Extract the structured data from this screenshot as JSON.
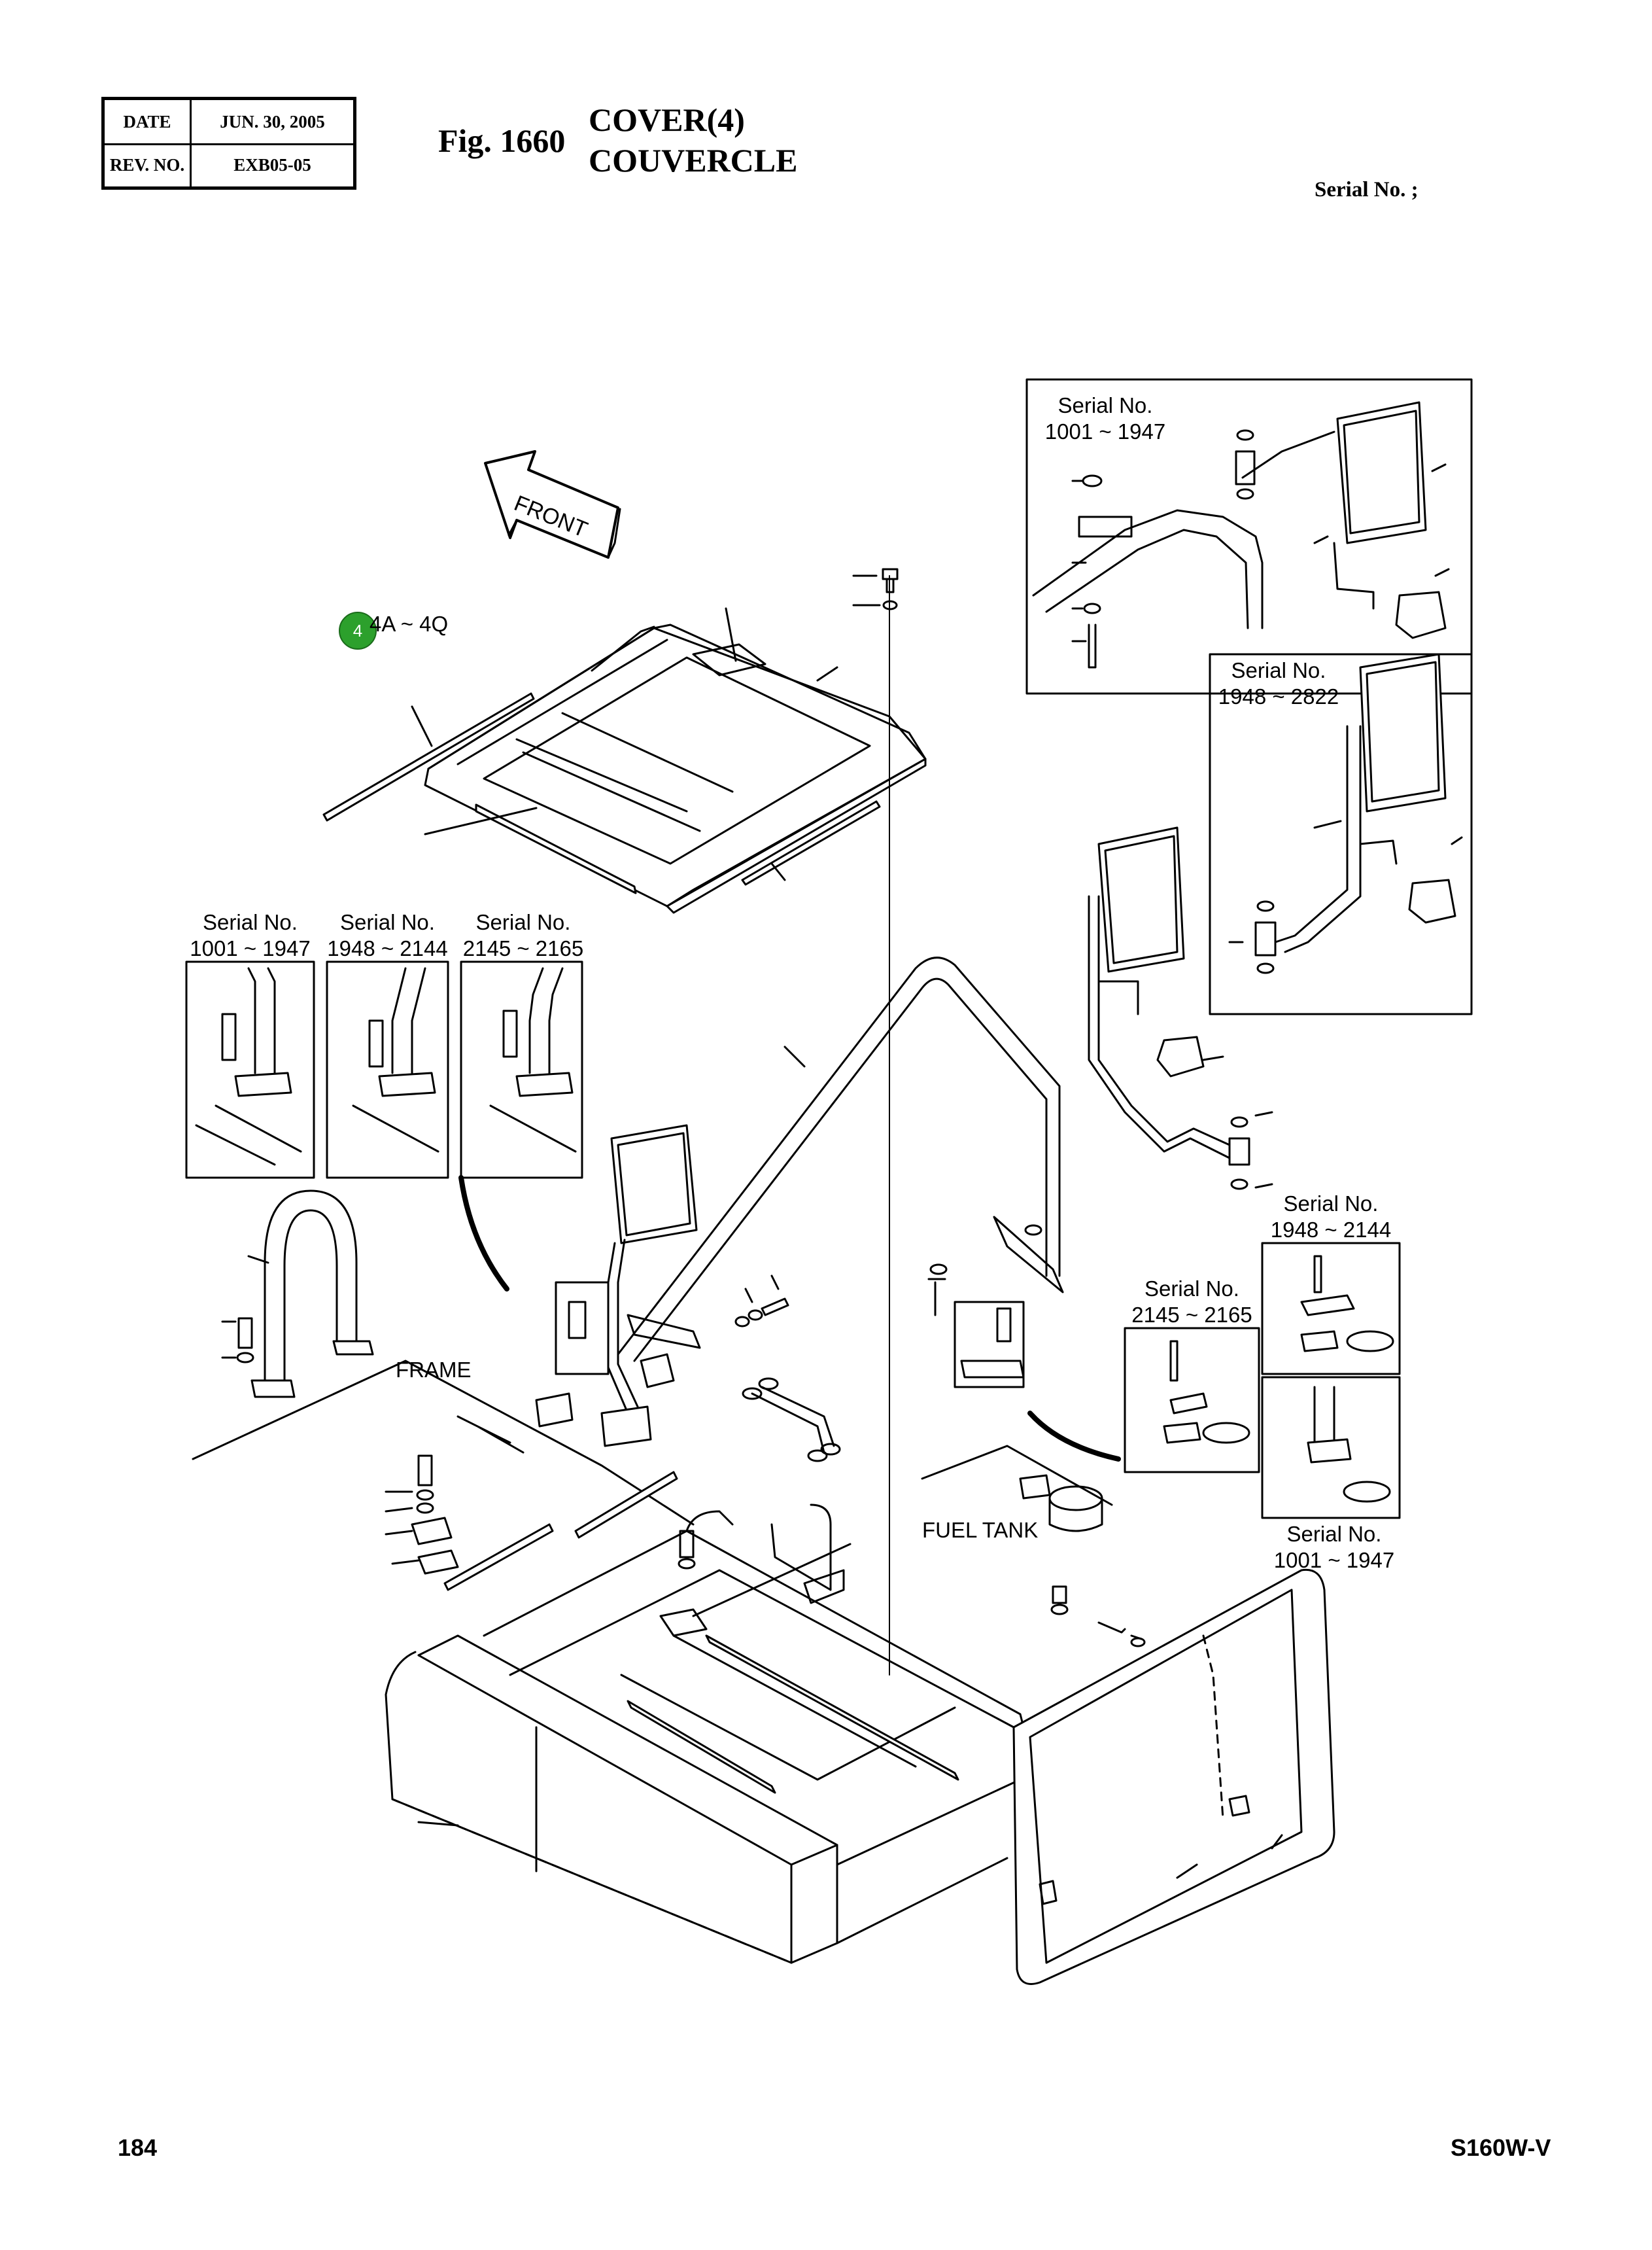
{
  "header": {
    "date_label": "DATE",
    "date_value": "JUN. 30, 2005",
    "rev_label": "REV. NO.",
    "rev_value": "EXB05-05",
    "fig_number": "Fig. 1660",
    "title_en": "COVER(4)",
    "title_fr": "COUVERCLE",
    "serial_heading": "Serial No. ;"
  },
  "diagram": {
    "front_label": "FRONT",
    "part_callout": "4",
    "part_range": "4A ~ 4Q",
    "frame_label": "FRAME",
    "fuel_tank_label": "FUEL TANK",
    "serial_caption": "Serial No.",
    "serial_ranges": {
      "a": "1001 ~ 1947",
      "b": "1948 ~ 2144",
      "c": "2145 ~ 2165",
      "d": "1948 ~ 2822"
    }
  },
  "footer": {
    "page_number": "184",
    "model": "S160W-V"
  },
  "colors": {
    "callout_green": "#2ca02c",
    "line": "#000000"
  }
}
